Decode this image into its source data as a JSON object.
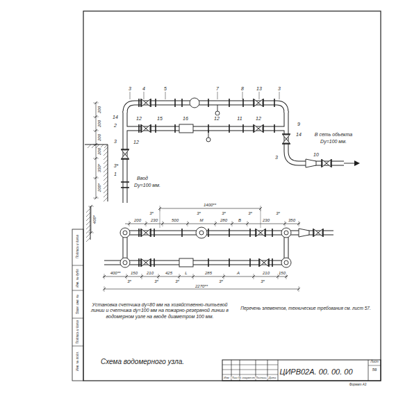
{
  "diagram": {
    "title": "Схема водомерного узла.",
    "labels": [
      "3",
      "4",
      "5",
      "7",
      "8",
      "13",
      "3",
      "14",
      "12",
      "15",
      "16",
      "12",
      "11",
      "12",
      "9",
      "14",
      "2",
      "12",
      "3",
      "3*",
      "1",
      "10",
      "3",
      "200",
      "200",
      "200",
      "200",
      "350*",
      "200*",
      "Ввод",
      "Dy=100 мм.",
      "В сеть объекта",
      "Dy=100 мм.",
      "1400**",
      "400*",
      "3*",
      "3*",
      "3*",
      "3*",
      "3*",
      "200",
      "230",
      "500",
      "М",
      "280",
      "В",
      "230",
      "350",
      "400**",
      "150",
      "210",
      "425",
      "L",
      "285",
      "А",
      "210",
      "150",
      "3*",
      "3*",
      "3*",
      "3*",
      "3*",
      "2270**",
      "Установка счетчика dy=80 мм на хозяйственно-питьевой линии и счетчика dy=100 мм на пожарно-резервной линии в водомерном узле на вводе диаметром 100 мм.",
      "Перечень элементов, технические требования см. лист 57.",
      "ЦИРВ02А. 00. 00. 00",
      "Лист",
      "56",
      "Изм",
      "Лист",
      "№ документа",
      "Подпись",
      "Дата",
      "Формат А3",
      "Инв. № подл.",
      "Подпись и дата",
      "Взам. инв. №",
      "Инв. № дубл.",
      "Подпись и дата"
    ]
  }
}
